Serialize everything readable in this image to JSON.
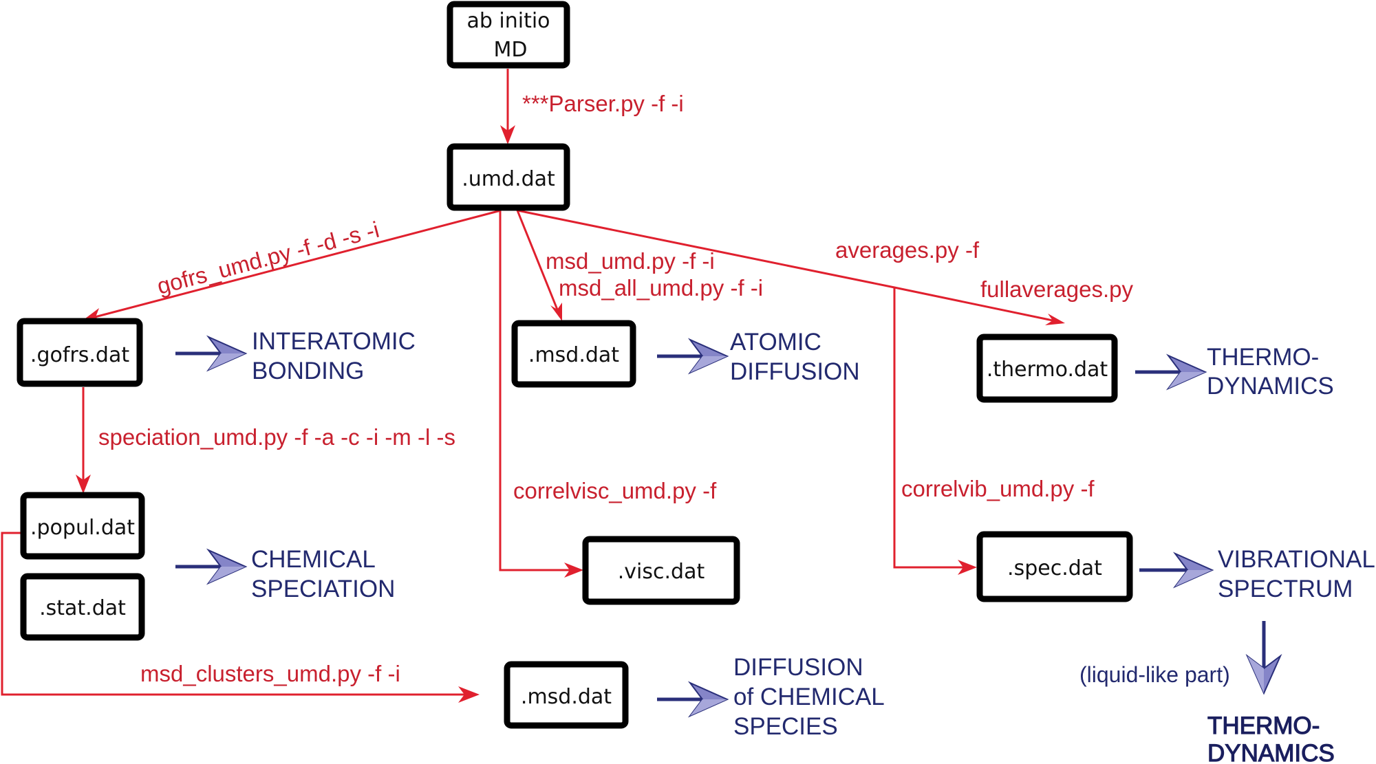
{
  "nodes": {
    "abinitio": {
      "line1": "ab initio",
      "line2": "MD"
    },
    "umd": ".umd.dat",
    "gofrs": ".gofrs.dat",
    "popul": ".popul.dat",
    "stat": ".stat.dat",
    "msd": ".msd.dat",
    "visc": ".visc.dat",
    "msd_clusters": ".msd.dat",
    "thermo": ".thermo.dat",
    "spec": ".spec.dat"
  },
  "commands": {
    "parser": "***Parser.py -f -i",
    "gofrs": "gofrs_umd.py -f -d -s -i",
    "msd": "msd_umd.py -f -i",
    "msd_all": "msd_all_umd.py -f -i",
    "averages": "averages.py -f",
    "fullaverages": "fullaverages.py",
    "speciation": "speciation_umd.py -f -a -c -i -m -l -s",
    "correlvisc": "correlvisc_umd.py -f",
    "correlvib": "correlvib_umd.py -f",
    "msd_clusters": "msd_clusters_umd.py -f -i"
  },
  "outcomes": {
    "bonding": {
      "line1": "INTERATOMIC",
      "line2": "BONDING"
    },
    "diffusion": {
      "line1": "ATOMIC",
      "line2": "DIFFUSION"
    },
    "thermo": {
      "line1": "THERMO-",
      "line2": "DYNAMICS"
    },
    "speciation": {
      "line1": "CHEMICAL",
      "line2": "SPECIATION"
    },
    "spectrum": {
      "line1": "VIBRATIONAL",
      "line2": "SPECTRUM"
    },
    "species_diffusion": {
      "line1": "DIFFUSION",
      "line2": "of CHEMICAL",
      "line3": "SPECIES"
    },
    "liquid_note": "(liquid-like part)",
    "thermo2": {
      "line1": "THERMO-",
      "line2": "DYNAMICS"
    }
  },
  "colors": {
    "command": "#e0202e",
    "outcome": "#22296e",
    "box_border": "#000000"
  }
}
